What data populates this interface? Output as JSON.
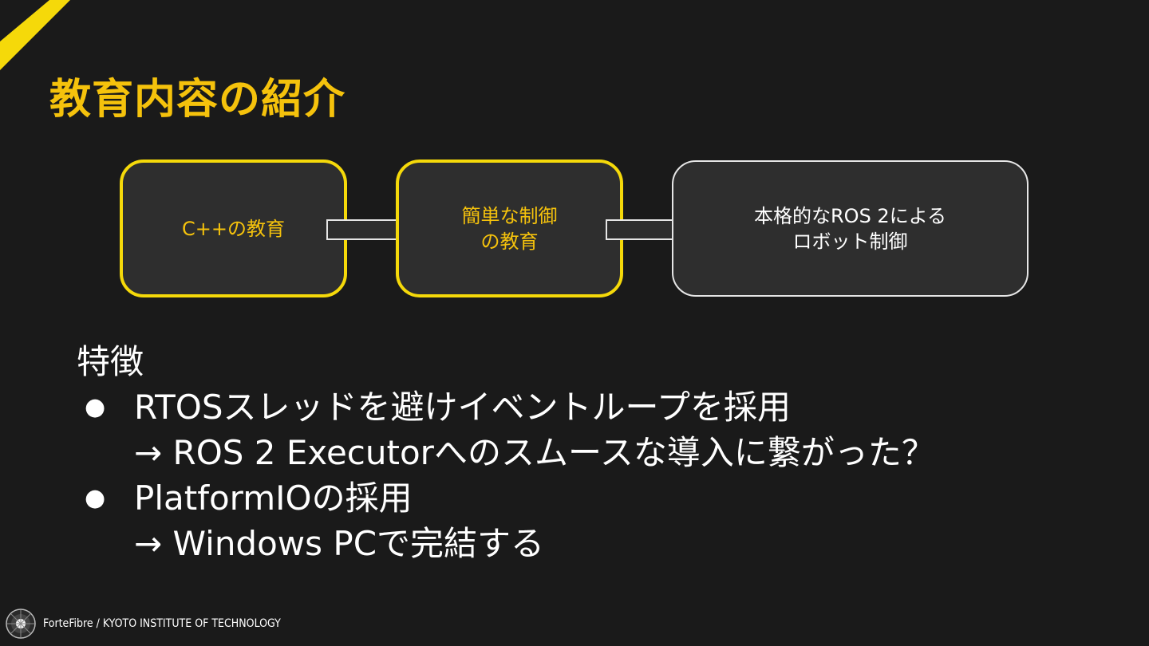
{
  "slide": {
    "title": "教育内容の紹介"
  },
  "flow": {
    "steps": [
      {
        "label": "C++の教育"
      },
      {
        "label": "簡単な制御\nの教育"
      },
      {
        "label": "本格的なROS 2による\nロボット制御"
      }
    ]
  },
  "features": {
    "heading": "特徴",
    "items": [
      {
        "bullet": "●",
        "line1": "RTOSスレッドを避けイベントループを採用",
        "line2": "→ ROS 2 Executorへのスムースな導入に繋がった？"
      },
      {
        "bullet": "●",
        "line1": "PlatformIOの採用",
        "line2": "→ Windows PCで完結する"
      }
    ]
  },
  "footer": {
    "org": "ForteFibre / KYOTO INSTITUTE OF TECHNOLOGY",
    "logo_icon": "fortefibre-logo-icon"
  },
  "colors": {
    "background": "#1a1a1a",
    "accent_yellow": "#f5c20c",
    "box_fill": "#2e2e2e"
  }
}
